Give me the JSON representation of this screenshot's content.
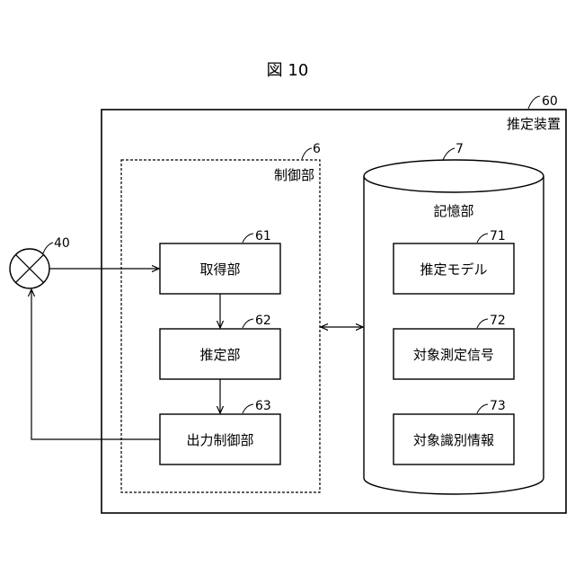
{
  "figure": {
    "title": "図 10"
  },
  "device": {
    "ref": "60",
    "label": "推定装置"
  },
  "control_unit": {
    "ref": "6",
    "label": "制御部",
    "blocks": [
      {
        "ref": "61",
        "label": "取得部"
      },
      {
        "ref": "62",
        "label": "推定部"
      },
      {
        "ref": "63",
        "label": "出力制御部"
      }
    ]
  },
  "storage_unit": {
    "ref": "7",
    "label": "記憶部",
    "blocks": [
      {
        "ref": "71",
        "label": "推定モデル"
      },
      {
        "ref": "72",
        "label": "対象測定信号"
      },
      {
        "ref": "73",
        "label": "対象識別情報"
      }
    ]
  },
  "external": {
    "ref": "40"
  }
}
